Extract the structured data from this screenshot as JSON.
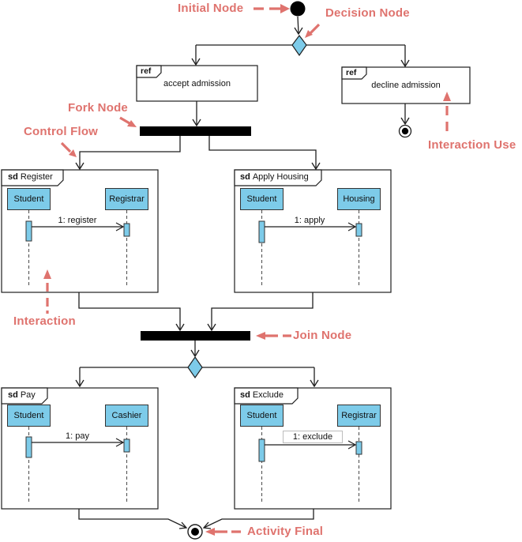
{
  "colors": {
    "annotation": "#df736e",
    "node_fill": "#7dcbe9",
    "line": "#1f1f1f"
  },
  "annotations": {
    "initial_node": "Initial Node",
    "decision_node": "Decision Node",
    "fork_node": "Fork Node",
    "control_flow": "Control Flow",
    "interaction_use": "Interaction Use",
    "interaction": "Interaction",
    "join_node": "Join Node",
    "activity_final": "Activity Final"
  },
  "ref_nodes": [
    {
      "keyword": "ref",
      "label": "accept admission"
    },
    {
      "keyword": "ref",
      "label": "decline admission"
    }
  ],
  "frames": [
    {
      "keyword": "sd",
      "name": "Register",
      "lifelines": [
        "Student",
        "Registrar"
      ],
      "message": "1: register"
    },
    {
      "keyword": "sd",
      "name": "Apply Housing",
      "lifelines": [
        "Student",
        "Housing"
      ],
      "message": "1: apply"
    },
    {
      "keyword": "sd",
      "name": "Pay",
      "lifelines": [
        "Student",
        "Cashier"
      ],
      "message": "1: pay"
    },
    {
      "keyword": "sd",
      "name": "Exclude",
      "lifelines": [
        "Student",
        "Registrar"
      ],
      "message": "1: exclude"
    }
  ]
}
